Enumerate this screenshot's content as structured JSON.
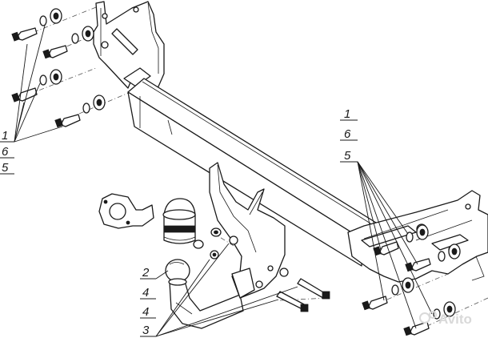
{
  "callouts": {
    "left": [
      "1",
      "6",
      "5"
    ],
    "right": [
      "1",
      "6",
      "5"
    ],
    "bottom": [
      "2",
      "4",
      "4",
      "3"
    ]
  },
  "watermark": "Avito",
  "colors": {
    "line": "#1a1a1a",
    "background": "#ffffff",
    "watermark": "#d9d9d9"
  }
}
